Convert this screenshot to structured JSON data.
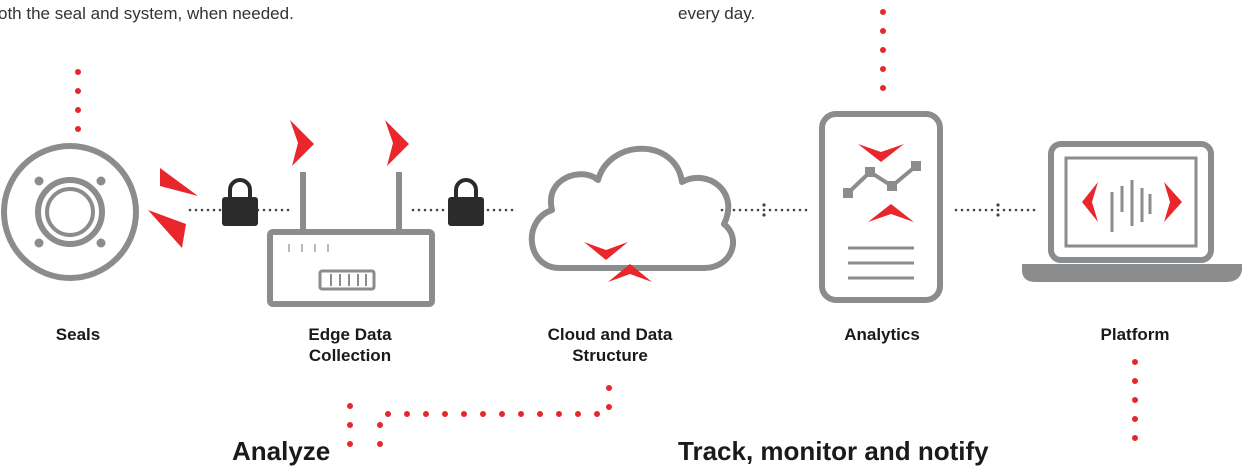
{
  "captions": {
    "left": "oth the seal and system, when needed.",
    "right": "every day."
  },
  "stages": [
    {
      "id": "seals",
      "label": "Seals"
    },
    {
      "id": "edge",
      "label_line1": "Edge Data",
      "label_line2": "Collection"
    },
    {
      "id": "cloud",
      "label_line1": "Cloud and Data",
      "label_line2": "Structure"
    },
    {
      "id": "analytics",
      "label": "Analytics"
    },
    {
      "id": "platform",
      "label": "Platform"
    }
  ],
  "bottom_headings": {
    "left": "Analyze",
    "right": "Track, monitor and notify"
  },
  "colors": {
    "gray": "#8a8c8e",
    "red": "#e8262b",
    "lock": "#2b2b2b",
    "text": "#1a1a1a"
  },
  "icons": [
    "seal-icon",
    "router-icon",
    "cloud-icon",
    "tablet-icon",
    "laptop-icon",
    "padlock-icon"
  ]
}
